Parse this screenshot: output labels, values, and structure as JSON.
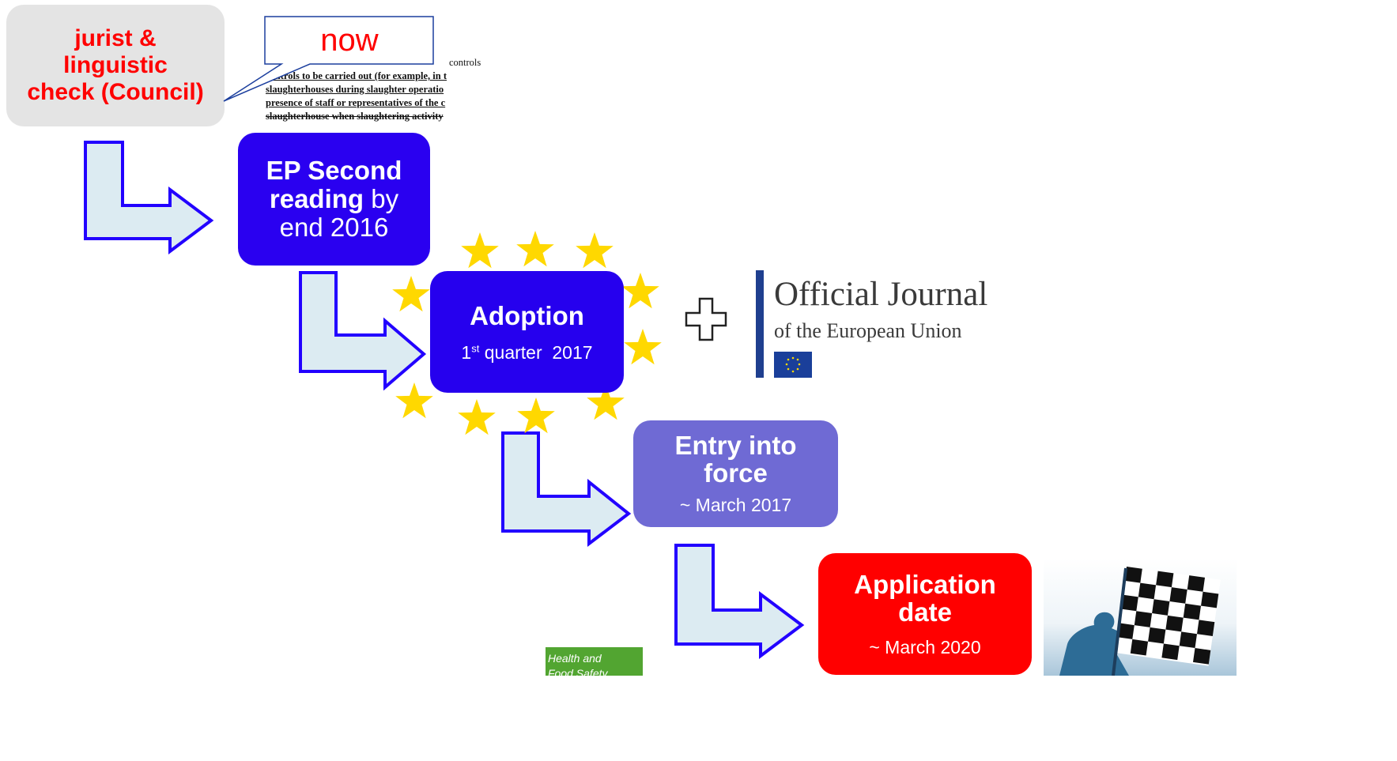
{
  "callout": {
    "text": "now"
  },
  "excerpt": {
    "lines": [
      "controls,",
      "controls to be carried out (for example, in t",
      "slaughterhouses during slaughter operatio",
      "presence of staff or representatives of the c",
      "slaughterhouse when slaughtering activity"
    ]
  },
  "steps": {
    "jurist": {
      "line1": "jurist &",
      "line2": "linguistic",
      "line3": "check (Council)"
    },
    "ep": {
      "bold1": "EP Second",
      "bold2": "reading",
      "rest2": " by",
      "line3": "end 2016"
    },
    "adoption": {
      "title": "Adoption",
      "ord_num": "1",
      "ord_sup": "st",
      "rest": " quarter  2017"
    },
    "entry": {
      "title_line1": "Entry into",
      "title_line2": "force",
      "date": "~ March 2017"
    },
    "application": {
      "title_line1": "Application",
      "title_line2": "date",
      "date": "~ March 2020"
    }
  },
  "journal": {
    "title": "Official Journal",
    "subtitle": "of the European Union"
  },
  "footer_badge": {
    "line1": "Health and",
    "line2": "Food Safety"
  },
  "colors": {
    "blue_box": "#2a00f0",
    "purple_box": "#6f6ad4",
    "red_box": "#ff0000",
    "grey_box": "#e4e4e4",
    "arrow_fill": "#dcebf2",
    "arrow_stroke": "#2200ff",
    "star": "#ffd800"
  }
}
